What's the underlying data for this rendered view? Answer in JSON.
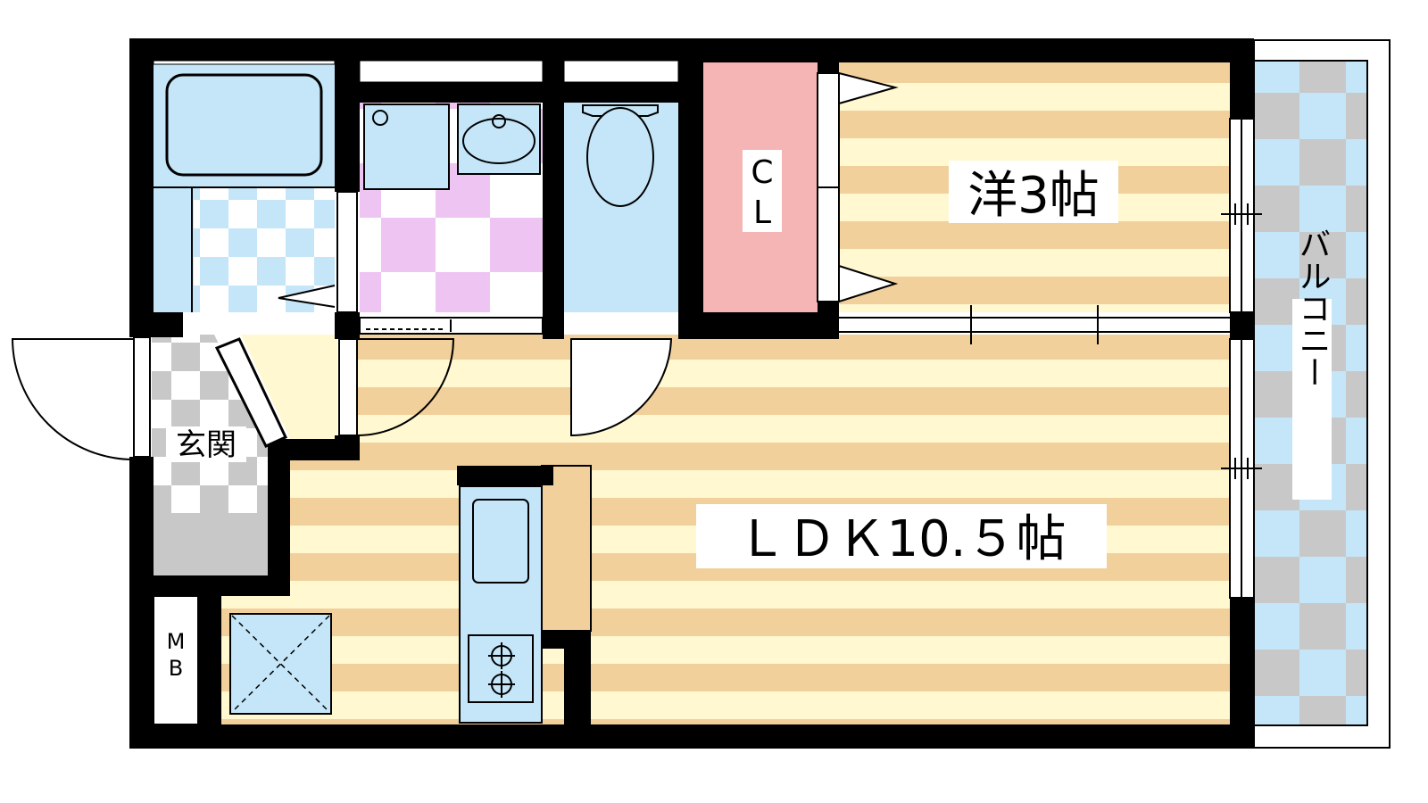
{
  "rooms": {
    "western_room": "洋3帖",
    "ldk": "ＬＤＫ10.５帖",
    "entrance": "玄関",
    "balcony": "バルコニー",
    "closet_line1": "C",
    "closet_line2": "L",
    "meter_box_line1": "M",
    "meter_box_line2": "B"
  },
  "colors": {
    "wall": "#000000",
    "floor_stripe_a": "#f1d09c",
    "floor_stripe_b": "#fff8d0",
    "wet_area": "#c4e6f8",
    "washroom_floor": "#eec4f2",
    "closet": "#f5b5b5",
    "checker_gray": "#c8c8c8",
    "counter": "#f1d09c"
  },
  "icons": [
    "bathtub-icon",
    "washbasin-icon",
    "toilet-icon",
    "stove-burner-icon",
    "fridge-space-icon",
    "sink-icon"
  ]
}
